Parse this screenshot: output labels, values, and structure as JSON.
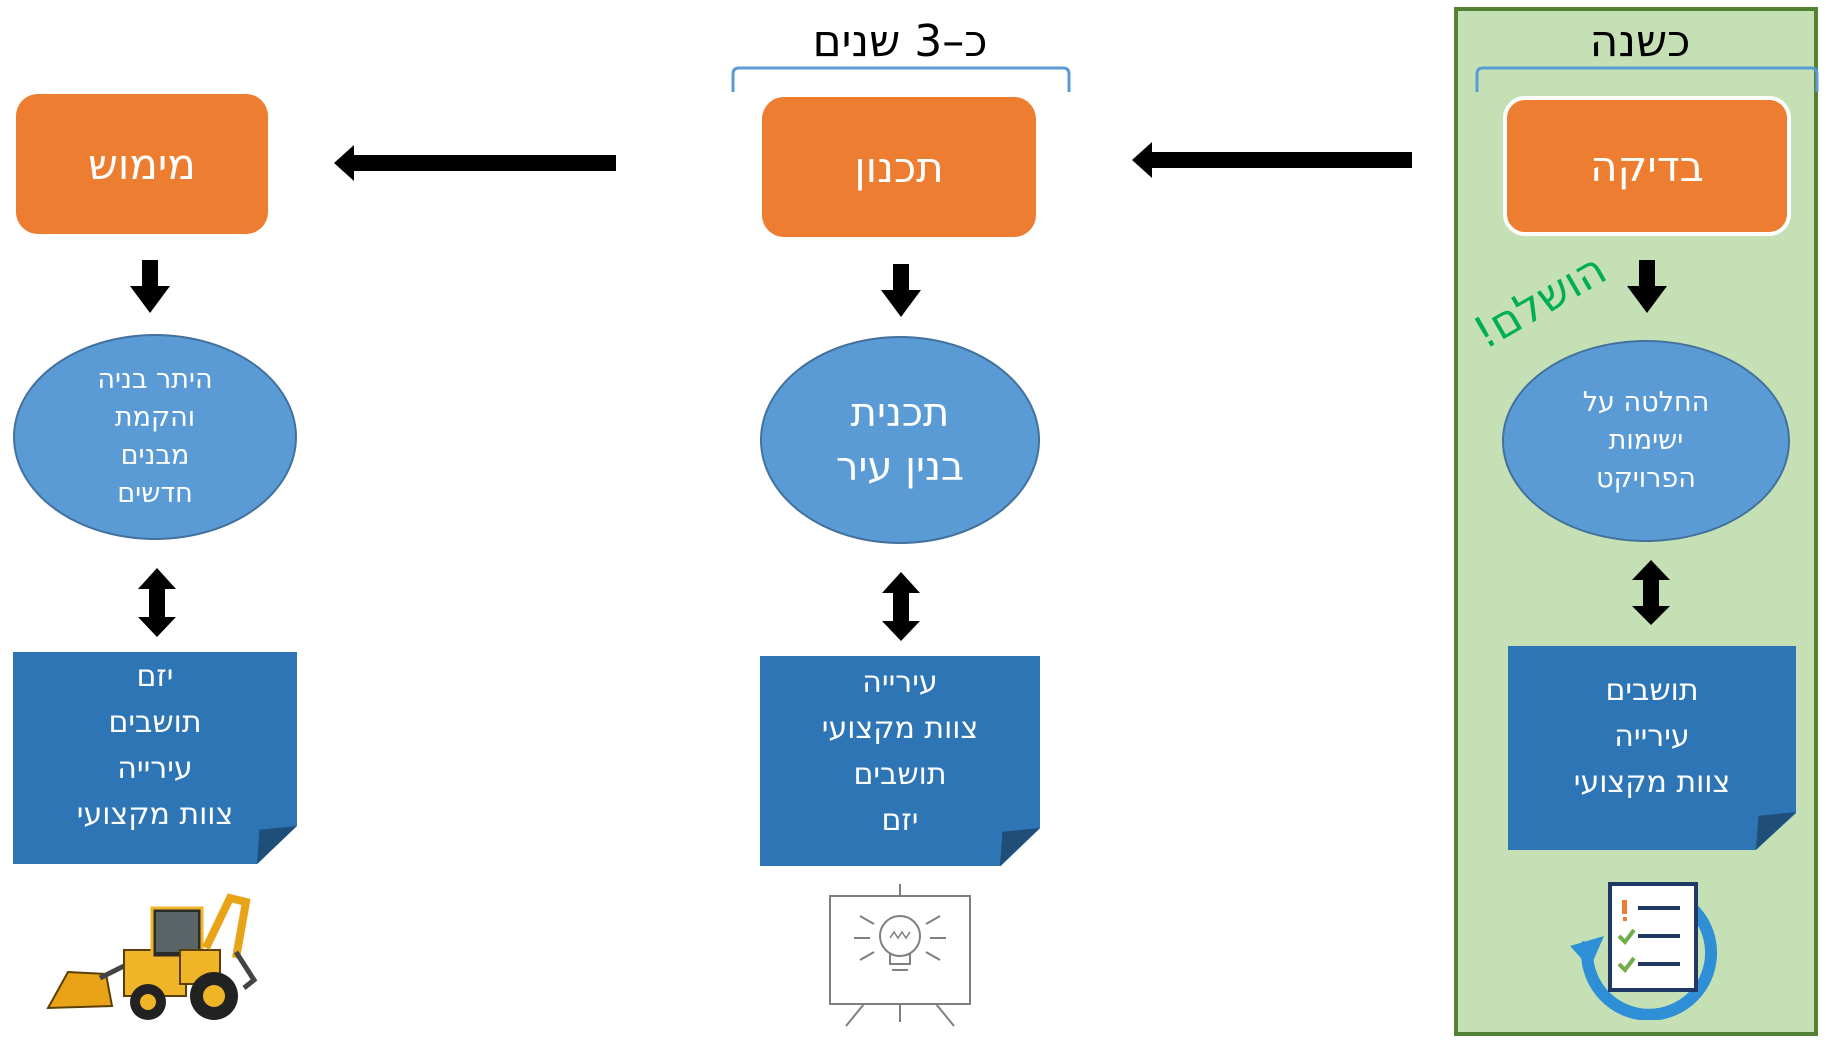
{
  "stages": [
    {
      "id": "check",
      "duration": "כשנה",
      "box_label": "בדיקה",
      "ellipse_text": "החלטה על\nישימות\nהפרויקט",
      "note_text": "תושבים\nעירייה\nצוות מקצועי",
      "status": "הושלם!",
      "icon": "checklist-cycle-icon"
    },
    {
      "id": "planning",
      "duration": "כ–3 שנים",
      "box_label": "תכנון",
      "ellipse_text": "תכנית\nבנין עיר",
      "note_text": "עירייה\nצוות מקצועי\nתושבים\nיזם",
      "icon": "lightbulb-presentation-icon"
    },
    {
      "id": "implementation",
      "box_label": "מימוש",
      "ellipse_text": "היתר בניה\nוהקמת\nמבנים\nחדשים",
      "note_text": "יזם\nתושבים\nעירייה\nצוות מקצועי",
      "icon": "backhoe-loader-icon"
    }
  ],
  "colors": {
    "orange": "#ed7d31",
    "ellipse_blue": "#5b9bd5",
    "note_blue": "#2e75b6",
    "panel_green": "#c5e0b4",
    "panel_border": "#548235",
    "completed_green": "#00b050",
    "bracket_blue": "#5b9bd5"
  }
}
